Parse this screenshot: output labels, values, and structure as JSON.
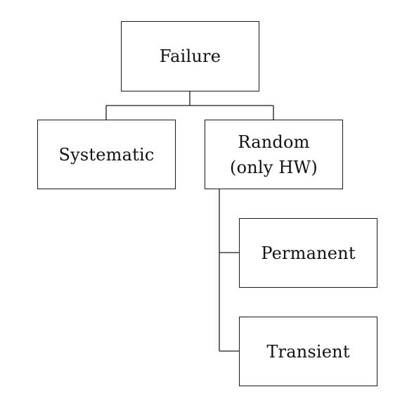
{
  "diagram": {
    "root": {
      "label": "Failure"
    },
    "children": [
      {
        "label": "Systematic"
      },
      {
        "label": "Random (only HW)",
        "children": [
          {
            "label": "Permanent"
          },
          {
            "label": "Transient"
          }
        ]
      }
    ]
  }
}
